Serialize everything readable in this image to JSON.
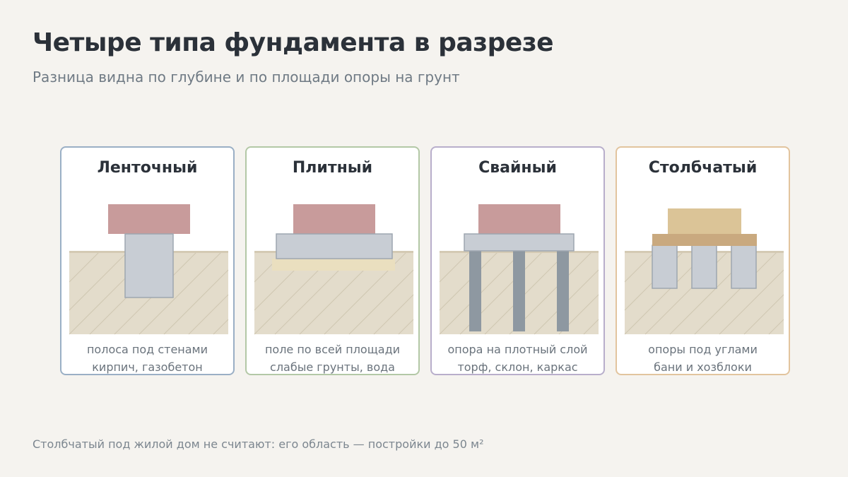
{
  "header": {
    "title": "Четыре типа фундамента в разрезе",
    "subtitle": "Разница видна по глубине и по площади опоры на грунт"
  },
  "cards": [
    {
      "id": "strip",
      "title": "Ленточный",
      "line1": "полоса под стенами",
      "line2": "кирпич, газобетон",
      "border_color": "#9aafc5"
    },
    {
      "id": "slab",
      "title": "Плитный",
      "line1": "поле по всей площади",
      "line2": "слабые грунты, вода",
      "border_color": "#b3c8a6"
    },
    {
      "id": "pile",
      "title": "Свайный",
      "line1": "опора на плотный слой",
      "line2": "торф, склон, каркас",
      "border_color": "#b8aecb"
    },
    {
      "id": "column",
      "title": "Столбчатый",
      "line1": "опоры под углами",
      "line2": "бани и хозблоки",
      "border_color": "#e2c49e"
    }
  ],
  "colors": {
    "soil": "#e3dccb",
    "soil_hatch": "#cfc6b1",
    "ground_line": "#d4cab4",
    "wall": "#c89b9b",
    "concrete": "#c8cdd4",
    "concrete_stroke": "#9ea6b0",
    "pile": "#8e98a1",
    "sand_cushion": "#eadfbf",
    "timber": "#dbc497",
    "timber_beam": "#c9a97f"
  },
  "footnote": "Столбчатый под жилой дом не считают: его область — постройки до 50 м²"
}
